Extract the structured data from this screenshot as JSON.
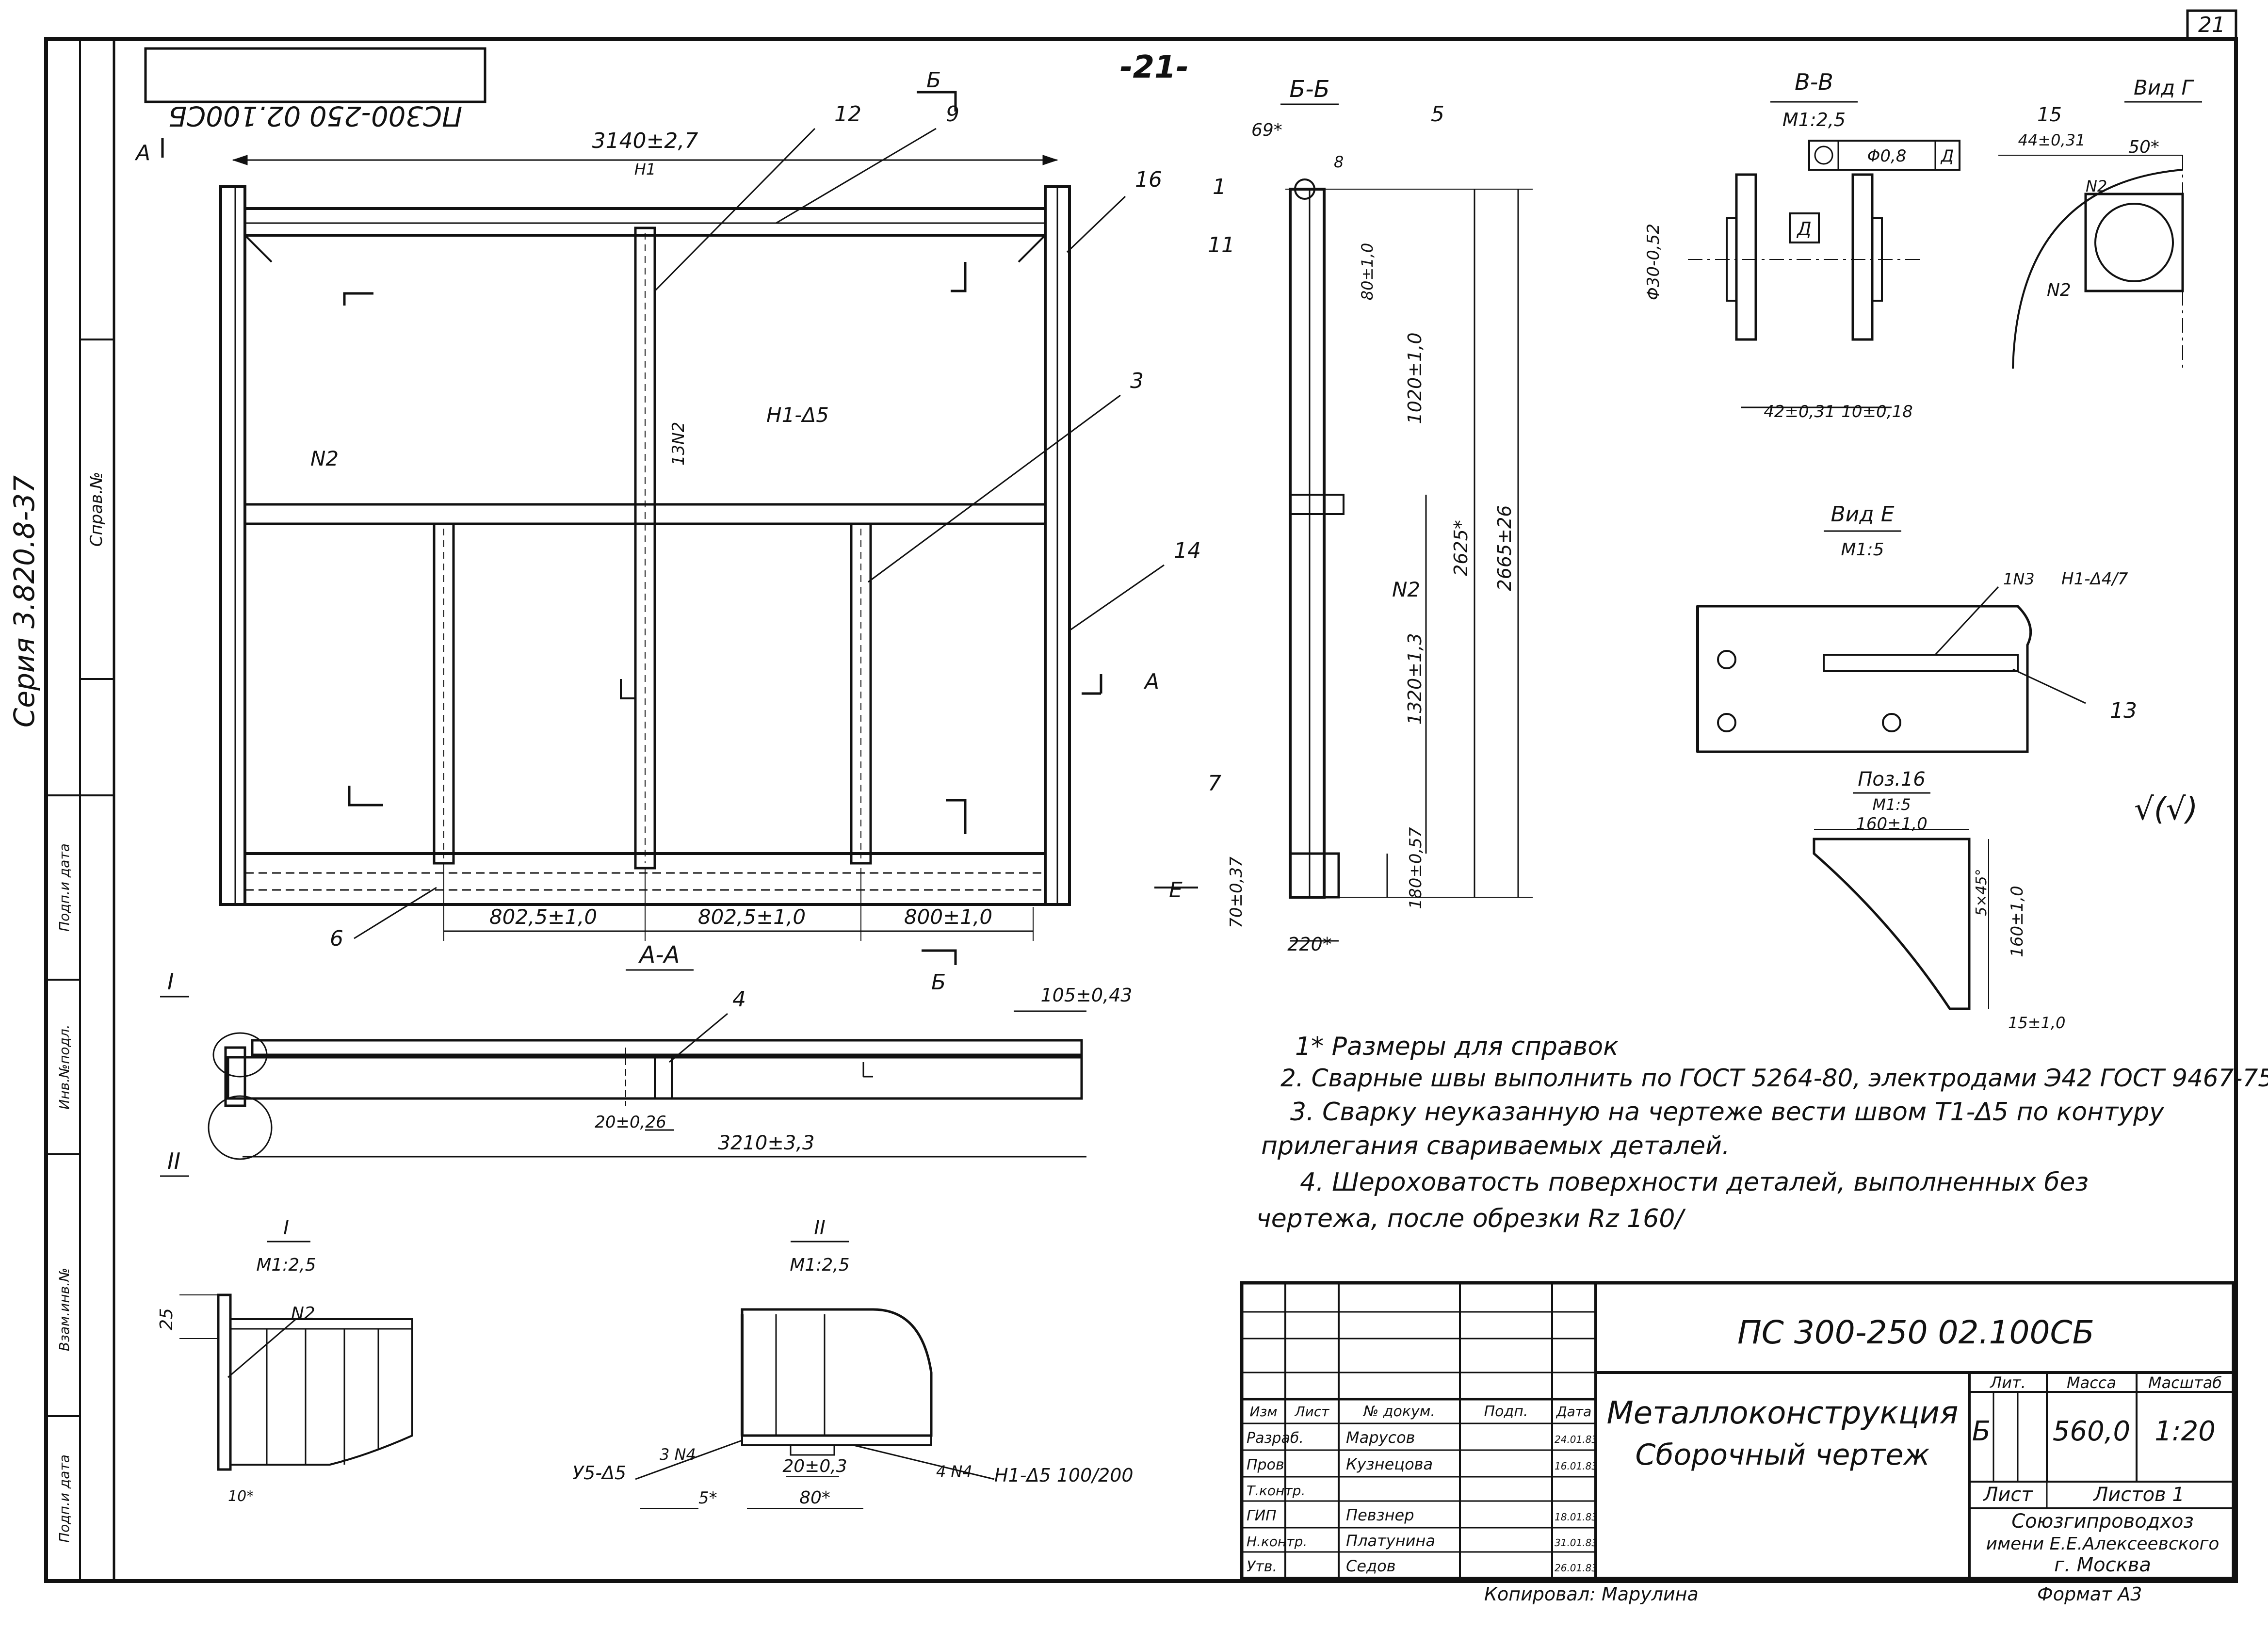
{
  "sheet_number": "21",
  "page_marker": "-21-",
  "designation_mirrored": "ПС300-250 02.100СБ",
  "left_margin": {
    "series": "Серия 3.820.8-37",
    "reference": "Справ.№",
    "stamp_cells": [
      "Взам.инв.№",
      "Инв.№подл.",
      "Подп.и дата",
      "Подп.и дата"
    ]
  },
  "views": {
    "section_bb": {
      "title": "Б-Б",
      "label_69": "69*",
      "label_8": "8",
      "dim_1020": "1020±1,0",
      "dim_1320": "1320±1,3",
      "dim_180": "180±0,57",
      "dim_70": "70±0,37",
      "dim_2625": "2625*",
      "dim_2665": "2665±26",
      "dim_220": "220*",
      "dim_80": "80±1,0",
      "weld": "N2"
    },
    "section_vv": {
      "title": "В-В",
      "scale": "М1:2,5",
      "tolerance": "Φ0,8",
      "datum": "Д",
      "dim_d30": "Φ30-0,52",
      "dim_42": "42±0,31",
      "dim_10": "10±0,18"
    },
    "view_g": {
      "title": "Вид Г",
      "dim_44": "44±0,31",
      "dim_50": "50*",
      "weld_1": "N2",
      "weld_2": "N2"
    },
    "view_e": {
      "title": "Вид Е",
      "scale": "М1:5",
      "weld": "1N3",
      "weld_ref": "Н1-Δ4/7"
    },
    "pos16": {
      "title": "Поз.16",
      "scale": "М1:5",
      "dim_160w": "160±1,0",
      "dim_160h": "160±1,0",
      "dim_chamfer": "5×45°",
      "dim_15": "15±1,0"
    },
    "section_aa": {
      "title": "А-А",
      "dim_105": "105±0,43",
      "dim_20": "20±0,26",
      "dim_3210": "3210±3,3"
    },
    "detail_1": {
      "title": "I",
      "scale": "М1:2,5",
      "dim_25": "25",
      "dim_10": "10*",
      "weld": "N2"
    },
    "detail_2": {
      "title": "II",
      "scale": "М1:2,5",
      "dim_20": "20±0,3",
      "dim_80": "80*",
      "dim_5": "5*",
      "weld_left": "У5-Δ5",
      "weld_left_num": "3 N4",
      "weld_right_num": "4 N4",
      "weld_right": "Н1-Δ5 100/200"
    }
  },
  "main_view": {
    "dim_3140": "3140±2,7",
    "dim_802_1": "802,5±1,0",
    "dim_802_2": "802,5±1,0",
    "dim_800": "800±1,0",
    "section_a": "А",
    "section_b": "Б",
    "view_e_arrow": "Е",
    "weld_h1": "Н1",
    "weld_h1d5": "Н1-Δ5",
    "weld_n2": "N2",
    "weld_13n2": "13N2",
    "callouts": [
      "12",
      "9",
      "16",
      "3",
      "14",
      "6",
      "7",
      "1",
      "11",
      "5",
      "15",
      "13",
      "4"
    ]
  },
  "roughness": "√(√)",
  "notes": [
    "1* Размеры для справок",
    "2. Сварные швы выполнить по ГОСТ 5264-80, электродами Э42 ГОСТ 9467-75",
    "3. Сварку неуказанную на чертеже вести швом Т1-Δ5 по контуру",
    "прилегания свариваемых деталей.",
    "4. Шероховатость поверхности деталей, выполненных без",
    "чертежа, после обрезки Rz 160/"
  ],
  "title_block": {
    "designation": "ПС 300-250 02.100СБ",
    "name_1": "Металлоконструкция",
    "name_2": "Сборочный чертеж",
    "head": {
      "izm": "Изм",
      "list": "Лист",
      "doc": "№ докум.",
      "sign": "Подп.",
      "date": "Дата"
    },
    "roles": [
      {
        "role": "Разраб.",
        "name": "Марусов",
        "date": "24.01.83"
      },
      {
        "role": "Пров",
        "name": "Кузнецова",
        "date": "16.01.83"
      },
      {
        "role": "Т.контр.",
        "name": "",
        "date": ""
      },
      {
        "role": "ГИП",
        "name": "Певзнер",
        "date": "18.01.83"
      },
      {
        "role": "Н.контр.",
        "name": "Платунина",
        "date": "31.01.83"
      },
      {
        "role": "Утв.",
        "name": "Седов",
        "date": "26.01.83"
      }
    ],
    "lit_label": "Лит.",
    "mass_label": "Масса",
    "scale_label": "Масштаб",
    "lit": "Б",
    "mass": "560,0",
    "scale": "1:20",
    "sheet_label": "Лист",
    "sheets_label": "Листов 1",
    "org_1": "Союзгипроводхоз",
    "org_2": "имени Е.Е.Алексеевского",
    "org_3": "г. Москва"
  },
  "footer": {
    "copied": "Копировал: Марулина",
    "format": "Формат А3"
  }
}
